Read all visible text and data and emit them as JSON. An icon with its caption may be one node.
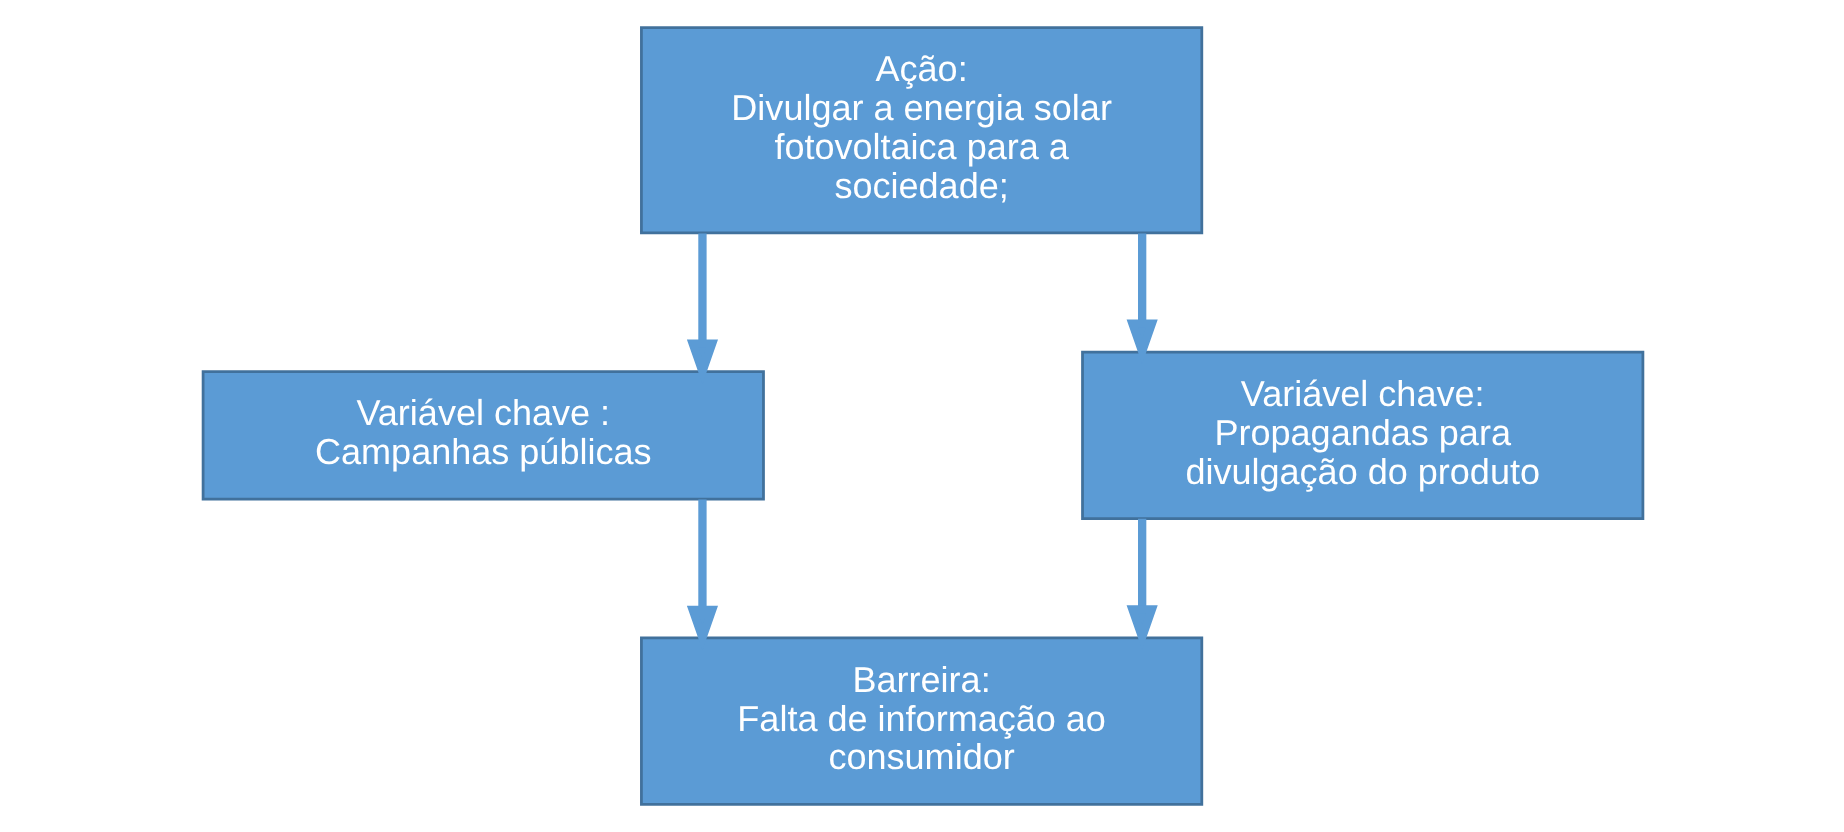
{
  "diagram": {
    "nodes": [
      {
        "text": [
          "Ação:",
          "Divulgar a energia solar fotovoltaica para a sociedade;"
        ]
      },
      {
        "text": [
          "Variável chave :",
          "Campanhas públicas"
        ]
      },
      {
        "text": [
          "Variável chave:",
          "Propagandas para divulgação do produto"
        ]
      },
      {
        "text": [
          "Barreira:",
          "Falta de informação ao consumidor"
        ]
      }
    ],
    "edges": [
      {
        "from": 0,
        "to": 1,
        "arrow": "to"
      },
      {
        "from": 0,
        "to": 2,
        "arrow": "to"
      },
      {
        "from": 1,
        "to": 3,
        "arrow": "to"
      },
      {
        "from": 2,
        "to": 3,
        "arrow": "to"
      }
    ]
  }
}
